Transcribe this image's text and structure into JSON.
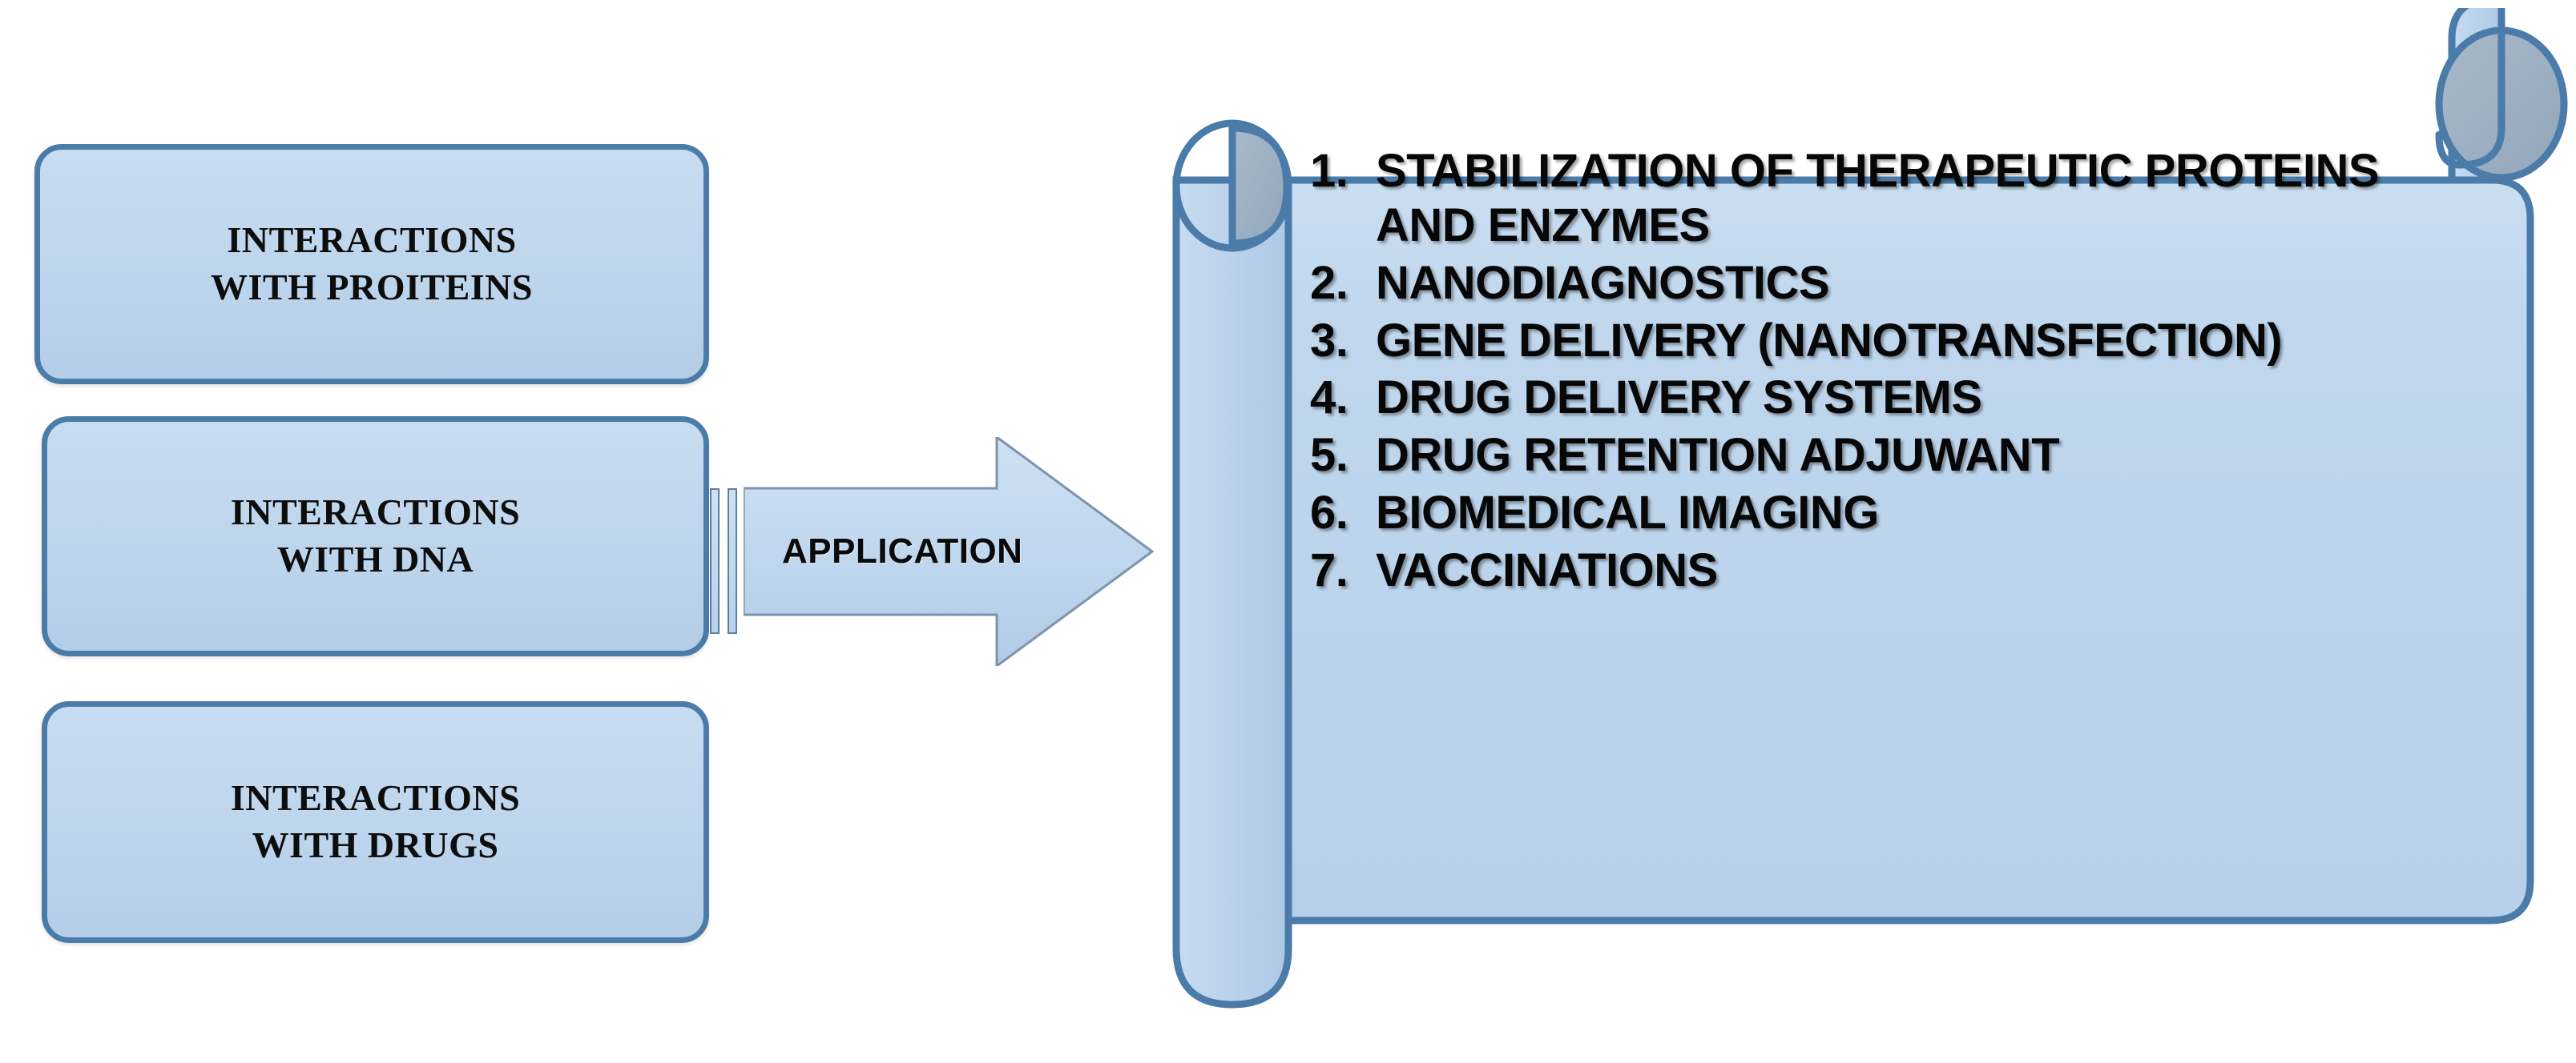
{
  "diagram": {
    "title": "Applications of nanoparticle interactions",
    "colors": {
      "box_fill": "#bdd5ec",
      "box_border": "#4a7ba9",
      "arrow_fill": "#bed6ee",
      "arrow_border": "#7b93ab",
      "scroll_fill": "#bdd5ec",
      "scroll_border": "#4a7ba9",
      "curl_fill": "#9aadc0",
      "text": "#0a0a0a"
    }
  },
  "sources": {
    "items": [
      {
        "label": "INTERACTIONS\nWITH PROITEINS",
        "line1": "INTERACTIONS",
        "line2": "WITH PROITEINS"
      },
      {
        "label": "INTERACTIONS\nWITH DNA",
        "line1": "INTERACTIONS",
        "line2": "WITH DNA"
      },
      {
        "label": "INTERACTIONS\nWITH DRUGS",
        "line1": "INTERACTIONS",
        "line2": "WITH DRUGS"
      }
    ]
  },
  "connector": {
    "arrow_label": "APPLICATION",
    "direction": "right",
    "tail_bars": 2
  },
  "applications": {
    "list": [
      {
        "number": "1.",
        "text": "STABILIZATION OF THERAPEUTIC PROTEINS AND ENZYMES"
      },
      {
        "number": "2.",
        "text": "NANODIAGNOSTICS"
      },
      {
        "number": "3.",
        "text": "GENE DELIVERY (NANOTRANSFECTION)"
      },
      {
        "number": "4.",
        "text": "DRUG DELIVERY SYSTEMS"
      },
      {
        "number": "5.",
        "text": "DRUG RETENTION ADJUWANT"
      },
      {
        "number": "6.",
        "text": "BIOMEDICAL IMAGING"
      },
      {
        "number": "7.",
        "text": "VACCINATIONS"
      }
    ]
  }
}
